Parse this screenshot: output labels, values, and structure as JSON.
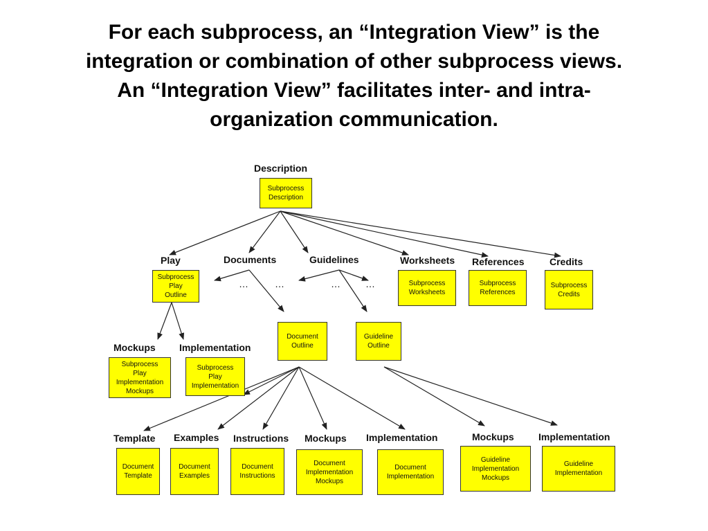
{
  "title_lines": [
    "For each subprocess, an “Integration View” is the",
    "integration or combination of other subprocess views.",
    "An “Integration View” facilitates inter- and intra-",
    "organization communication."
  ],
  "nodes": {
    "description": {
      "label": "Description",
      "box": [
        "Subprocess",
        "Description"
      ]
    },
    "play": {
      "label": "Play",
      "box": [
        "Subprocess",
        "Play",
        "Outline"
      ]
    },
    "documents": {
      "label": "Documents"
    },
    "guidelines": {
      "label": "Guidelines"
    },
    "worksheets": {
      "label": "Worksheets",
      "box": [
        "Subprocess",
        "Worksheets"
      ]
    },
    "references": {
      "label": "References",
      "box": [
        "Subprocess",
        "References"
      ]
    },
    "credits": {
      "label": "Credits",
      "box": [
        "Subprocess",
        "Credits"
      ]
    },
    "document_outline": {
      "box": [
        "Document",
        "Outline"
      ]
    },
    "guideline_outline": {
      "box": [
        "Guideline",
        "Outline"
      ]
    },
    "play_mockups": {
      "label": "Mockups",
      "box": [
        "Subprocess",
        "Play",
        "Implementation",
        "Mockups"
      ]
    },
    "play_implementation": {
      "label": "Implementation",
      "box": [
        "Subprocess",
        "Play",
        "Implementation"
      ]
    },
    "template": {
      "label": "Template",
      "box": [
        "Document",
        "Template"
      ]
    },
    "examples": {
      "label": "Examples",
      "box": [
        "Document",
        "Examples"
      ]
    },
    "instructions": {
      "label": "Instructions",
      "box": [
        "Document",
        "Instructions"
      ]
    },
    "doc_mockups": {
      "label": "Mockups",
      "box": [
        "Document",
        "Implementation",
        "Mockups"
      ]
    },
    "doc_implementation": {
      "label": "Implementation",
      "box": [
        "Document",
        "Implementation"
      ]
    },
    "guide_mockups": {
      "label": "Mockups",
      "box": [
        "Guideline",
        "Implementation",
        "Mockups"
      ]
    },
    "guide_implementation": {
      "label": "Implementation",
      "box": [
        "Guideline",
        "Implementation"
      ]
    }
  },
  "ellipsis": "…",
  "colors": {
    "box_fill": "#ffff00",
    "box_border": "#333333",
    "line": "#222222"
  }
}
